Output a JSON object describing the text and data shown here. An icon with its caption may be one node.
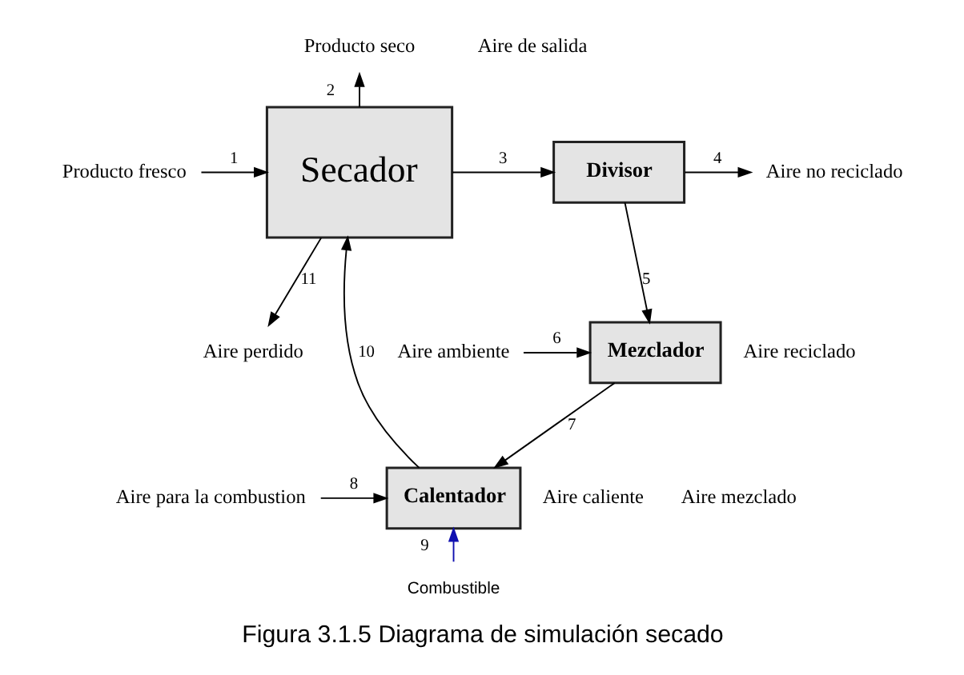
{
  "diagram": {
    "caption": "Figura 3.1.5 Diagrama de simulación secado",
    "nodes": [
      {
        "text": [
          "Producto seco"
        ]
      },
      {
        "text": [
          "Producto fresco"
        ]
      },
      {
        "text": [
          "Secador"
        ]
      },
      {
        "text": [
          "Aire perdido"
        ]
      },
      {
        "text": [
          "Divisor"
        ]
      },
      {
        "text": [
          "Aire no reciclado"
        ]
      },
      {
        "text": [
          "Mezclador"
        ]
      },
      {
        "text": [
          "Aire ambiente"
        ]
      },
      {
        "text": [
          "Calentador"
        ]
      },
      {
        "text": [
          "Aire para la combustion"
        ]
      },
      {
        "text": [
          "Combustible"
        ]
      }
    ],
    "edges": [
      {
        "from": 1,
        "to": 2,
        "label": "1",
        "arrow": "to"
      },
      {
        "from": 2,
        "to": 0,
        "label": "2",
        "arrow": "to"
      },
      {
        "from": 2,
        "to": 4,
        "label": "3",
        "arrow": "to"
      },
      {
        "from": 4,
        "to": 5,
        "label": "4",
        "arrow": "to"
      },
      {
        "from": 4,
        "to": 6,
        "label": "5",
        "arrow": "to"
      },
      {
        "from": 7,
        "to": 6,
        "label": "6",
        "arrow": "to"
      },
      {
        "from": 6,
        "to": 8,
        "label": "7",
        "arrow": "to"
      },
      {
        "from": 9,
        "to": 8,
        "label": "8",
        "arrow": "to"
      },
      {
        "from": 10,
        "to": 8,
        "label": "9",
        "arrow": "to",
        "color": "#1010b0"
      },
      {
        "from": 8,
        "to": 2,
        "label": "10",
        "arrow": "to"
      },
      {
        "from": 2,
        "to": 3,
        "label": "11",
        "arrow": "to"
      }
    ],
    "labels": [
      "Aire de salida",
      "Aire reciclado",
      "Aire caliente",
      "Aire mezclado"
    ]
  }
}
